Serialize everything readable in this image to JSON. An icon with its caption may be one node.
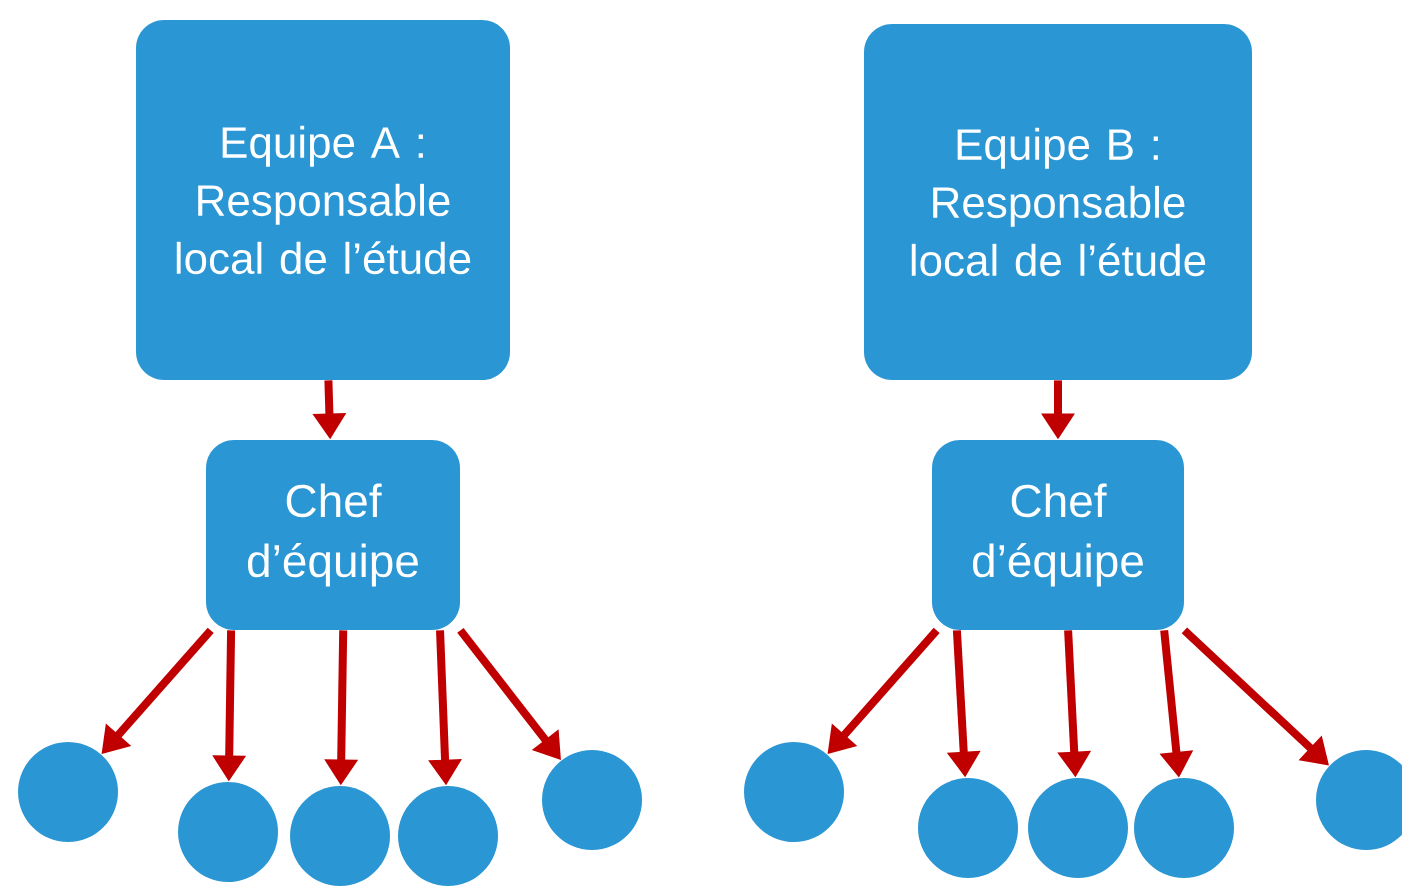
{
  "diagram": {
    "nodes": [
      {
        "text": [
          "Equipe A : Responsable local de l’étude"
        ]
      },
      {
        "text": [
          "Chef d’équipe"
        ]
      },
      {
        "text": [],
        "shape": "circle"
      },
      {
        "text": [],
        "shape": "circle"
      },
      {
        "text": [],
        "shape": "circle"
      },
      {
        "text": [],
        "shape": "circle"
      },
      {
        "text": [],
        "shape": "circle"
      },
      {
        "text": [
          "Equipe B : Responsable local de l’étude"
        ]
      },
      {
        "text": [
          "Chef d’équipe"
        ]
      },
      {
        "text": [],
        "shape": "circle"
      },
      {
        "text": [],
        "shape": "circle"
      },
      {
        "text": [],
        "shape": "circle"
      },
      {
        "text": [],
        "shape": "circle"
      },
      {
        "text": [],
        "shape": "circle"
      }
    ],
    "edges": [
      {
        "from": 0,
        "to": 1,
        "arrow": "to"
      },
      {
        "from": 1,
        "to": 2,
        "arrow": "to"
      },
      {
        "from": 1,
        "to": 3,
        "arrow": "to"
      },
      {
        "from": 1,
        "to": 4,
        "arrow": "to"
      },
      {
        "from": 1,
        "to": 5,
        "arrow": "to"
      },
      {
        "from": 1,
        "to": 6,
        "arrow": "to"
      },
      {
        "from": 7,
        "to": 8,
        "arrow": "to"
      },
      {
        "from": 8,
        "to": 9,
        "arrow": "to"
      },
      {
        "from": 8,
        "to": 10,
        "arrow": "to"
      },
      {
        "from": 8,
        "to": 11,
        "arrow": "to"
      },
      {
        "from": 8,
        "to": 12,
        "arrow": "to"
      },
      {
        "from": 8,
        "to": 13,
        "arrow": "to"
      }
    ]
  }
}
